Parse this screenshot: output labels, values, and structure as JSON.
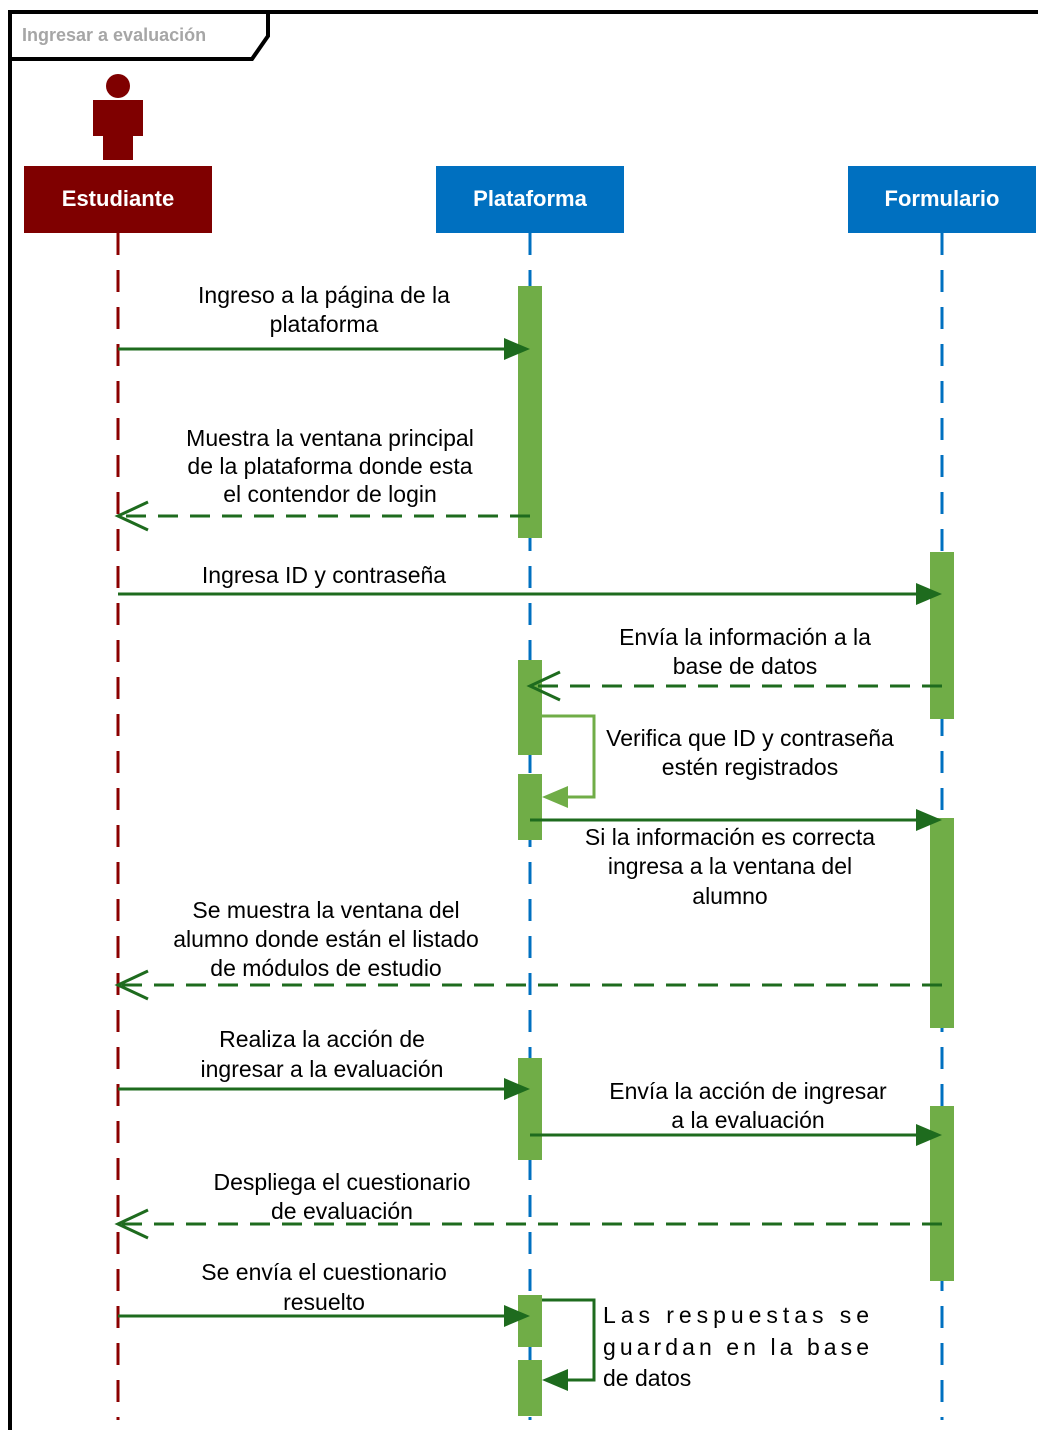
{
  "frame": {
    "title": "Ingresar a evaluación"
  },
  "colors": {
    "actor": "#7f0000",
    "lifeline_actor": "#8b0000",
    "participant": "#0070c0",
    "activation": "#70ad47",
    "arrow": "#1e6b1e",
    "self_arrow": "#70ad47",
    "frame": "#000000"
  },
  "participants": [
    {
      "id": "estudiante",
      "label": "Estudiante",
      "kind": "actor"
    },
    {
      "id": "plataforma",
      "label": "Plataforma",
      "kind": "system"
    },
    {
      "id": "formulario",
      "label": "Formulario",
      "kind": "system"
    }
  ],
  "messages": [
    {
      "id": "m1",
      "from": "estudiante",
      "to": "plataforma",
      "type": "sync",
      "lines": [
        "Ingreso a la página de la",
        "plataforma"
      ]
    },
    {
      "id": "m2",
      "from": "plataforma",
      "to": "estudiante",
      "type": "return",
      "lines": [
        "Muestra la ventana principal",
        "de la plataforma donde esta",
        "el contendor de login"
      ]
    },
    {
      "id": "m3",
      "from": "estudiante",
      "to": "formulario",
      "type": "sync",
      "lines": [
        "Ingresa ID y contraseña"
      ]
    },
    {
      "id": "m4",
      "from": "formulario",
      "to": "plataforma",
      "type": "return",
      "lines": [
        "Envía la información a la",
        "base de datos"
      ]
    },
    {
      "id": "m5",
      "from": "plataforma",
      "to": "plataforma",
      "type": "self",
      "lines": [
        "Verifica que ID y contraseña",
        "estén registrados"
      ]
    },
    {
      "id": "m6",
      "from": "plataforma",
      "to": "formulario",
      "type": "sync",
      "lines": [
        "Si la información es correcta",
        "ingresa a la ventana del",
        "alumno"
      ]
    },
    {
      "id": "m7",
      "from": "formulario",
      "to": "estudiante",
      "type": "return",
      "lines": [
        "Se muestra la ventana del",
        "alumno donde están el listado",
        "de módulos de estudio"
      ]
    },
    {
      "id": "m8",
      "from": "estudiante",
      "to": "plataforma",
      "type": "sync",
      "lines": [
        "Realiza la acción de",
        "ingresar a la evaluación"
      ]
    },
    {
      "id": "m9",
      "from": "plataforma",
      "to": "formulario",
      "type": "sync",
      "lines": [
        "Envía la acción de ingresar",
        "a la evaluación"
      ]
    },
    {
      "id": "m10",
      "from": "formulario",
      "to": "estudiante",
      "type": "return",
      "lines": [
        "Despliega el cuestionario",
        "de evaluación"
      ]
    },
    {
      "id": "m11",
      "from": "estudiante",
      "to": "plataforma",
      "type": "sync",
      "lines": [
        "Se envía el cuestionario",
        "resuelto"
      ]
    },
    {
      "id": "m12",
      "from": "plataforma",
      "to": "plataforma",
      "type": "self",
      "lines": [
        "Las respuestas se",
        "guardan en la base",
        "de datos"
      ]
    }
  ]
}
